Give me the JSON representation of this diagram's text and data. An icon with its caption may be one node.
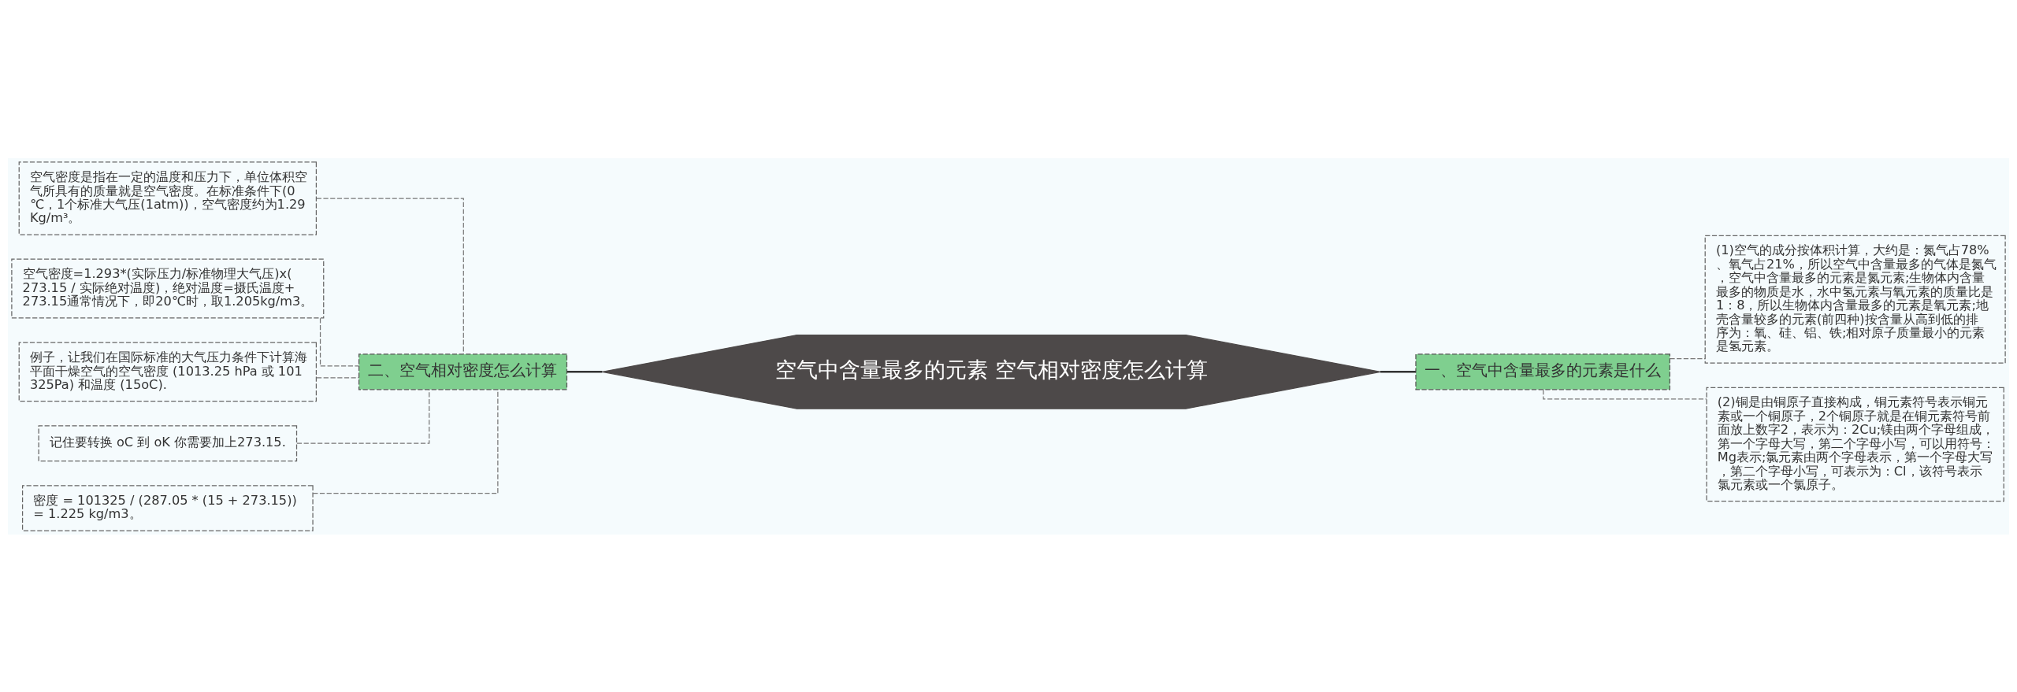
{
  "diagram": {
    "nodes": [
      {
        "text": [
          "空气中含量最多的元素 空气相对密度怎么计算"
        ]
      },
      {
        "text": [
          "一、空气中含量最多的元素是什么"
        ]
      },
      {
        "text": [
          "(1)空气的成分按体积计算，大约是：氮气占78%、氧气占21%，所以空气中含量最多的气体是氮气，空气中含量最多的元素是氮元素;生物体内含量最多的物质是水，水中氢元素与氧元素的质量比是1：8，所以生物体内含量最多的元素是氧元素;地壳含量较多的元素(前四种)按含量从高到低的排序为：氧、硅、铝、铁;相对原子质量最小的元素是氢元素。"
        ]
      },
      {
        "text": [
          "(2)铜是由铜原子直接构成，铜元素符号表示铜元素或一个铜原子，2个铜原子就是在铜元素符号前面放上数字2，表示为：2Cu;镁由两个字母组成，第一个字母大写，第二个字母小写，可以用符号：Mg表示;氯元素由两个字母表示，第一个字母大写，第二个字母小写，可表示为：Cl，该符号表示氯元素或一个氯原子。"
        ]
      },
      {
        "text": [
          "二、空气相对密度怎么计算"
        ]
      },
      {
        "text": [
          "空气密度是指在一定的温度和压力下，单位体积空气所具有的质量就是空气密度。在标准条件下(0℃，1个标准大气压(1atm))，空气密度约为1.29Kg/m³。"
        ]
      },
      {
        "text": [
          "空气密度=1.293*(实际压力/标准物理大气压)x(273.15 / 实际绝对温度)，绝对温度=摄氏温度+273.15通常情况下，即20℃时，取1.205kg/m3。"
        ]
      },
      {
        "text": [
          "例子，让我们在国际标准的大气压力条件下计算海平面干燥空气的空气密度 (1013.25 hPa 或 101325Pa) 和温度 (15oC)."
        ]
      },
      {
        "text": [
          "记住要转换 oC 到 oK 你需要加上273.15."
        ]
      },
      {
        "text": [
          "密度 = 101325 / (287.05 * (15 + 273.15)) = 1.225 kg/m3。"
        ]
      }
    ],
    "edges": [
      {
        "from": 0,
        "to": 1,
        "arrow": "none"
      },
      {
        "from": 1,
        "to": 2,
        "arrow": "none",
        "style": "dashed"
      },
      {
        "from": 1,
        "to": 3,
        "arrow": "none",
        "style": "dashed"
      },
      {
        "from": 0,
        "to": 4,
        "arrow": "none"
      },
      {
        "from": 4,
        "to": 5,
        "arrow": "none",
        "style": "dashed"
      },
      {
        "from": 4,
        "to": 6,
        "arrow": "none",
        "style": "dashed"
      },
      {
        "from": 4,
        "to": 7,
        "arrow": "none",
        "style": "dashed"
      },
      {
        "from": 4,
        "to": 8,
        "arrow": "none",
        "style": "dashed"
      },
      {
        "from": 4,
        "to": 9,
        "arrow": "none",
        "style": "dashed"
      }
    ]
  }
}
